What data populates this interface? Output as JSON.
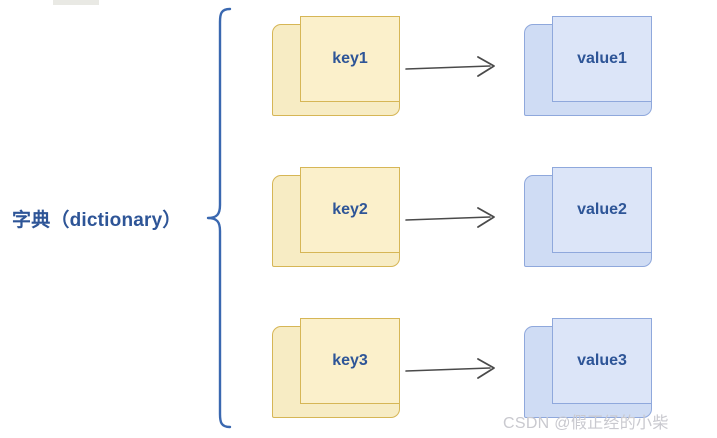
{
  "diagram": {
    "title_label": "字典（dictionary）",
    "colors": {
      "key_fill": "#FBF0CB",
      "key_cover_fill": "#F7ECC4",
      "key_border": "#D6B656",
      "value_fill": "#DCE5F8",
      "value_cover_fill": "#CFDCF4",
      "value_border": "#8FA8DC",
      "text_blue": "#2E5597",
      "brace_blue": "#3A68B0",
      "arrow_gray": "#4A4A4A",
      "watermark_gray": "#C9C9CF",
      "top_strip_gray": "#E9E9E4"
    },
    "pairs": [
      {
        "key": "key1",
        "value": "value1"
      },
      {
        "key": "key2",
        "value": "value2"
      },
      {
        "key": "key3",
        "value": "value3"
      }
    ]
  },
  "watermark": {
    "text": "CSDN @假正经的小柴"
  }
}
